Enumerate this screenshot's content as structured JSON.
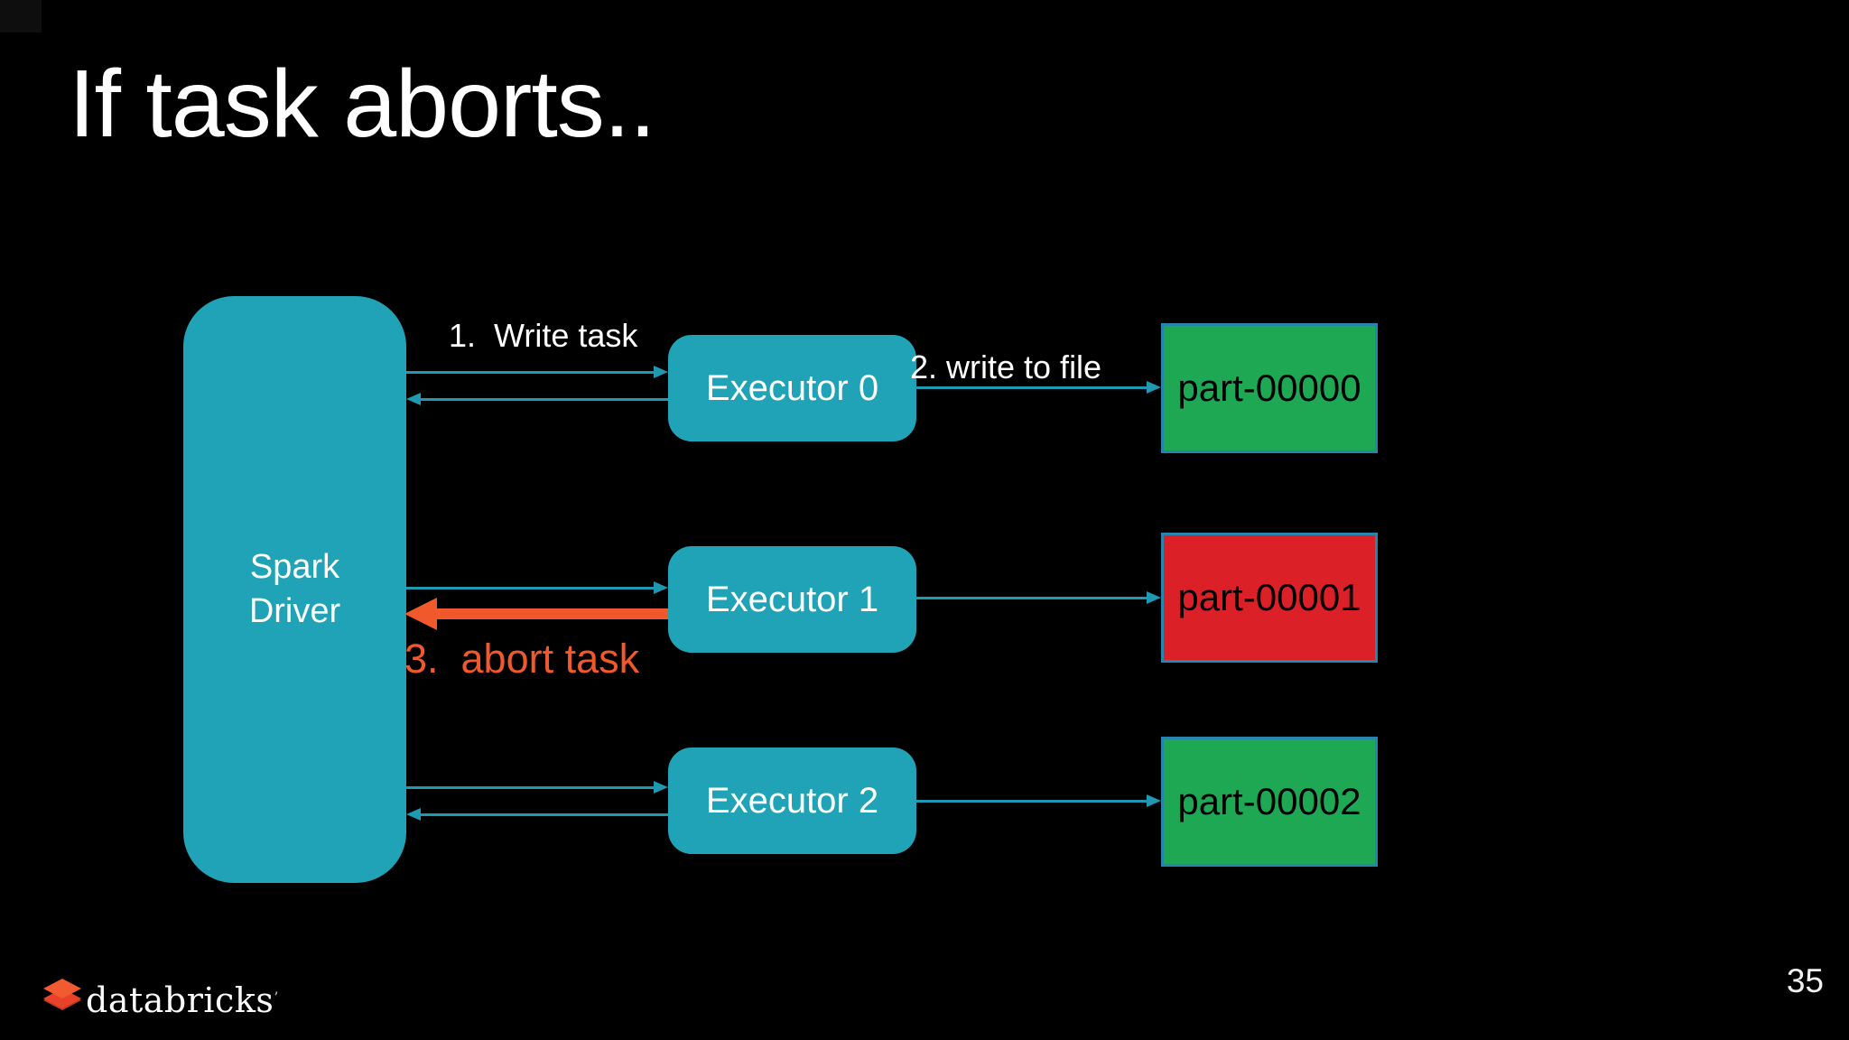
{
  "slide": {
    "title": "If task aborts..",
    "page_number": "35",
    "brand": {
      "name": "databricks",
      "trademark": "’",
      "logo_icon": "databricks-stacked-layers"
    }
  },
  "diagram": {
    "driver": {
      "line1": "Spark",
      "line2": "Driver"
    },
    "executors": [
      {
        "label": "Executor 0"
      },
      {
        "label": "Executor 1"
      },
      {
        "label": "Executor 2"
      }
    ],
    "partitions": [
      {
        "label": "part-00000",
        "color": "#1fa854"
      },
      {
        "label": "part-00001",
        "color": "#dc2027"
      },
      {
        "label": "part-00002",
        "color": "#1fa854"
      }
    ],
    "steps": {
      "step1": "1.  Write task",
      "step2": "2. write to file",
      "step3": "3.  abort task"
    },
    "colors": {
      "background": "#000000",
      "node_teal": "#21a3b7",
      "success_green": "#1fa854",
      "abort_red": "#dc2027",
      "partition_border": "#2585ad",
      "arrow_teal": "#1f98b2",
      "abort_orange": "#f0592b",
      "title_text": "#ffffff",
      "partition_text": "#000000"
    }
  }
}
